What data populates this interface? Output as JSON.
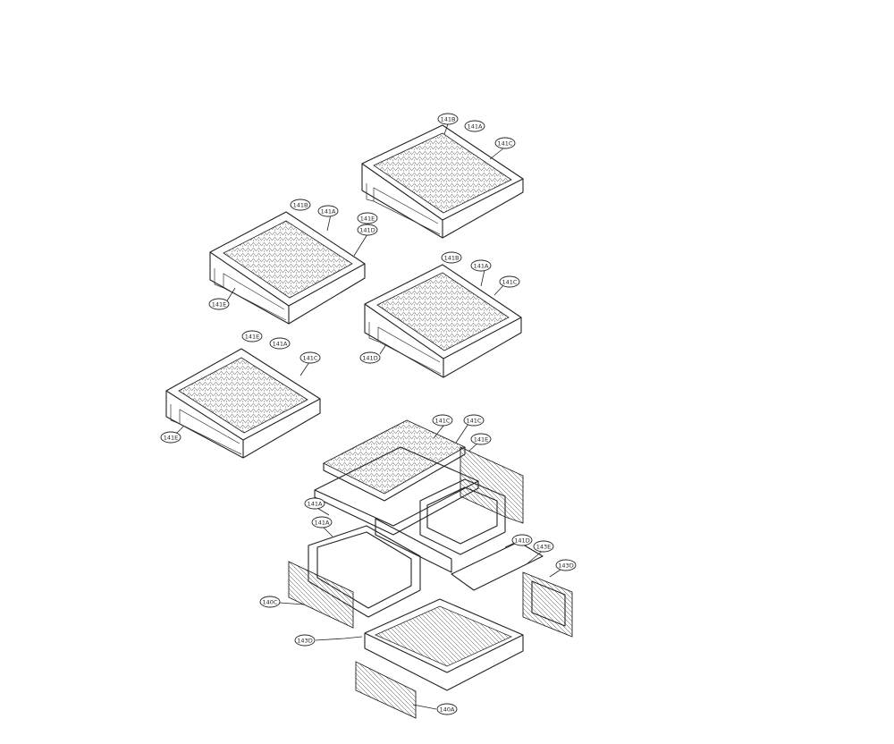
{
  "diagram": {
    "callouts": [
      {
        "id": "c1",
        "label": "141B"
      },
      {
        "id": "c2",
        "label": "141A"
      },
      {
        "id": "c3",
        "label": "141C"
      },
      {
        "id": "c4",
        "label": "141B"
      },
      {
        "id": "c5",
        "label": "141A"
      },
      {
        "id": "c6",
        "label": "141E"
      },
      {
        "id": "c7",
        "label": "141D"
      },
      {
        "id": "c8",
        "label": "141E"
      },
      {
        "id": "c9",
        "label": "141B"
      },
      {
        "id": "c10",
        "label": "141A"
      },
      {
        "id": "c11",
        "label": "141C"
      },
      {
        "id": "c12",
        "label": "141D"
      },
      {
        "id": "c13",
        "label": "141E"
      },
      {
        "id": "c14",
        "label": "141A"
      },
      {
        "id": "c15",
        "label": "141C"
      },
      {
        "id": "c16",
        "label": "141E"
      },
      {
        "id": "c17",
        "label": "141C"
      },
      {
        "id": "c18",
        "label": "141C"
      },
      {
        "id": "c19",
        "label": "141E"
      },
      {
        "id": "c20",
        "label": "141A"
      },
      {
        "id": "c21",
        "label": "141A"
      },
      {
        "id": "c22",
        "label": "141D"
      },
      {
        "id": "c23",
        "label": "143E"
      },
      {
        "id": "c24",
        "label": "143D"
      },
      {
        "id": "c25",
        "label": "140C"
      },
      {
        "id": "c26",
        "label": "143D"
      },
      {
        "id": "c27",
        "label": "140A"
      }
    ]
  }
}
